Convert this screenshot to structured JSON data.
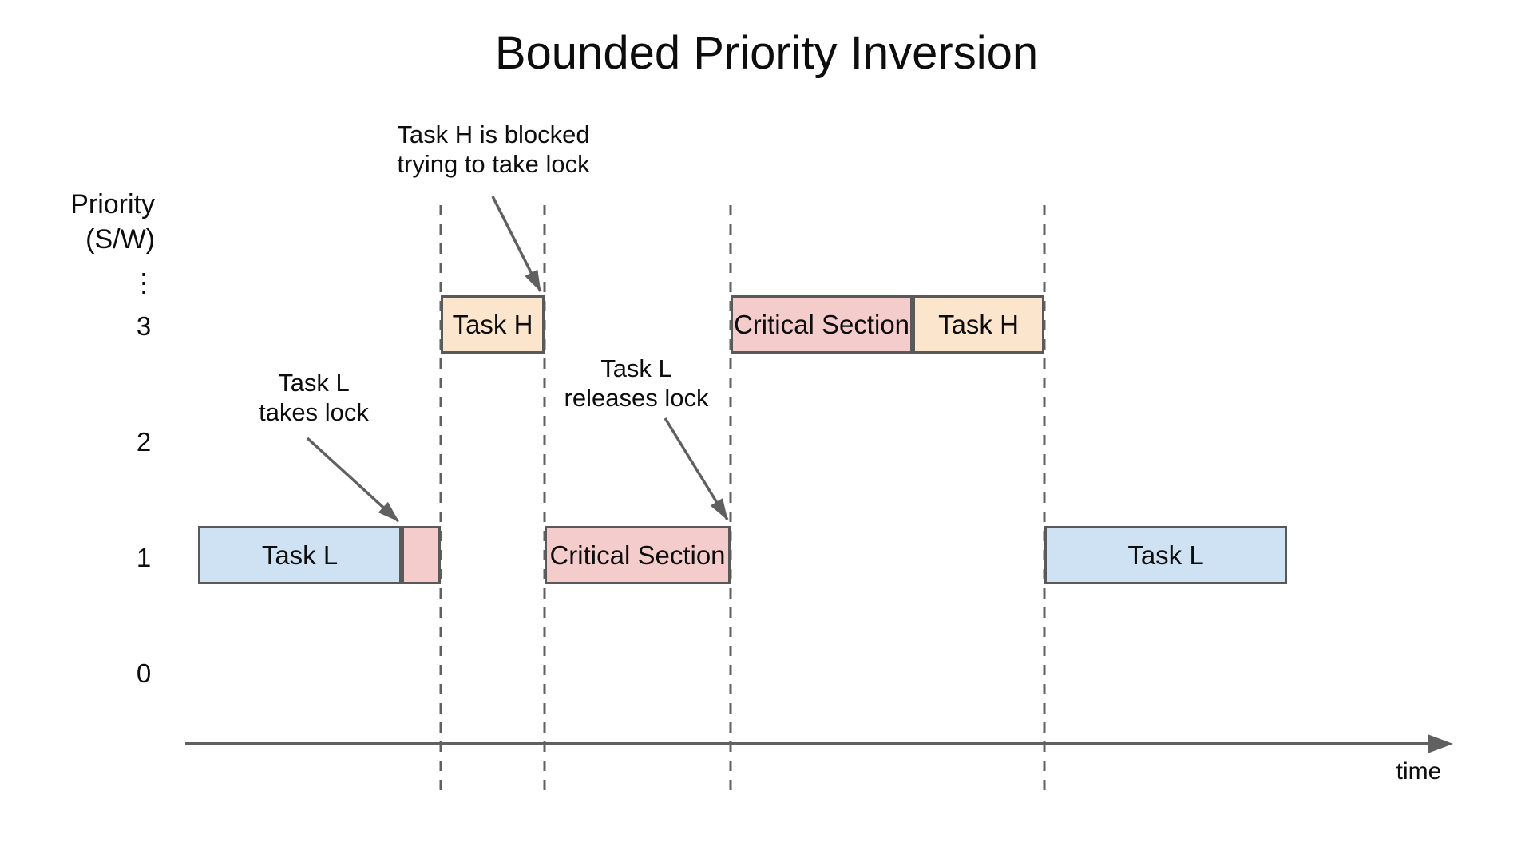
{
  "title": "Bounded Priority Inversion",
  "y_axis": {
    "label_line1": "Priority",
    "label_line2": "(S/W)",
    "ellipsis": "⋮",
    "ticks": [
      "3",
      "2",
      "1",
      "0"
    ]
  },
  "x_axis": {
    "label": "time"
  },
  "bars": [
    {
      "label": "Task L",
      "type": "task_l",
      "priority": "1"
    },
    {
      "label": "",
      "type": "critical",
      "priority": "1"
    },
    {
      "label": "Task H",
      "type": "task_h",
      "priority": "3"
    },
    {
      "label": "Critical Section",
      "type": "critical",
      "priority": "1"
    },
    {
      "label": "Critical Section",
      "type": "critical",
      "priority": "3"
    },
    {
      "label": "Task H",
      "type": "task_h",
      "priority": "3"
    },
    {
      "label": "Task L",
      "type": "task_l",
      "priority": "1"
    }
  ],
  "annotations": [
    {
      "line1": "Task H is blocked",
      "line2": "trying to take lock"
    },
    {
      "line1": "Task L",
      "line2": "takes lock"
    },
    {
      "line1": "Task L",
      "line2": "releases lock"
    }
  ],
  "colors": {
    "task_l": "#cfe2f3",
    "task_h": "#fce5cd",
    "critical": "#f4cccc",
    "line": "#606060",
    "border": "#595959",
    "text": "#0d0d0d"
  }
}
